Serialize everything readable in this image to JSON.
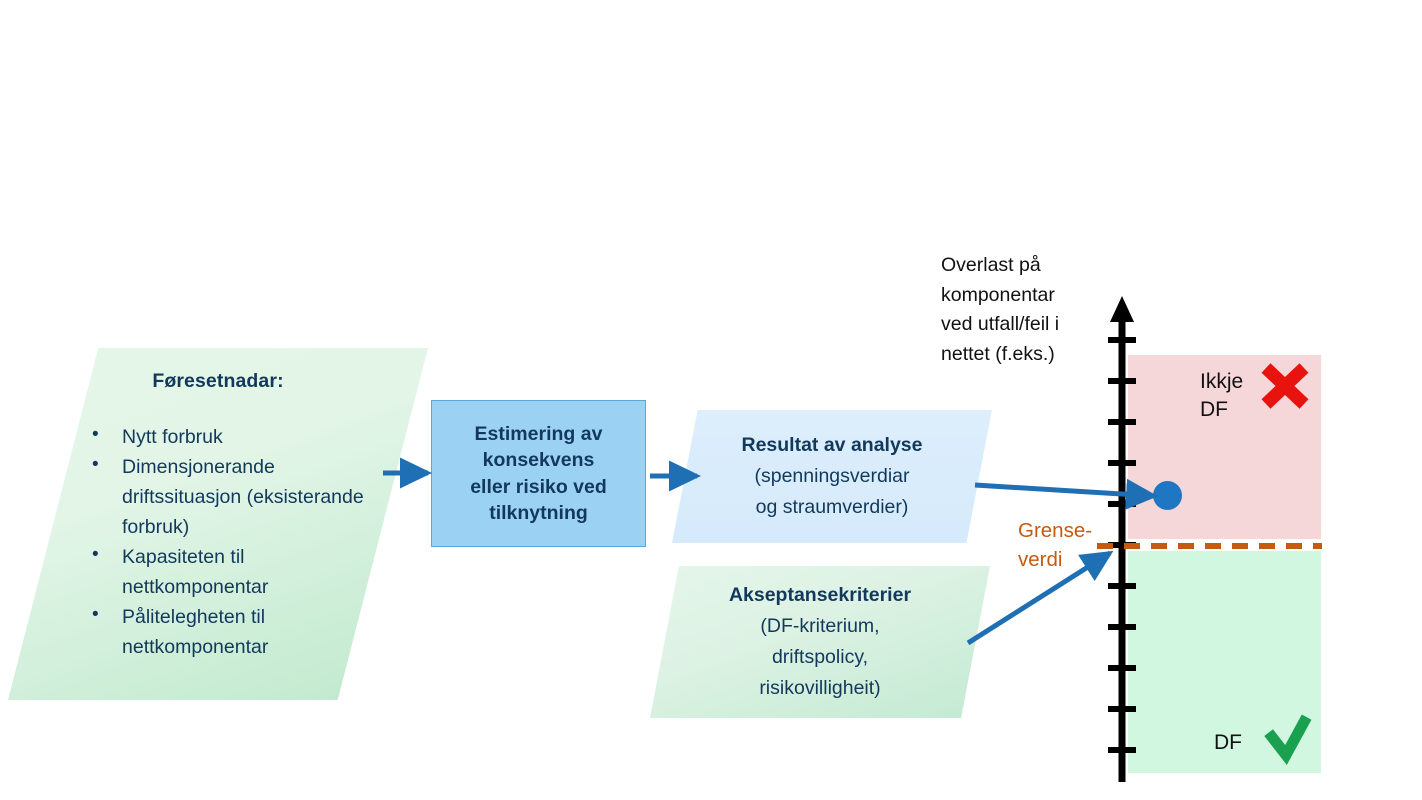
{
  "diagram": {
    "assumptions": {
      "heading": "Føresetnadar:",
      "items": [
        "Nytt forbruk",
        "Dimensjonerande driftssituasjon (eksisterande forbruk)",
        "Kapasiteten til nettkomponentar",
        "Pålitelegheten til nettkomponentar"
      ]
    },
    "estimation": {
      "line1": "Estimering av",
      "line2": "konsekvens",
      "line3": "eller risiko ved",
      "line4": "tilknytning"
    },
    "result": {
      "title": "Resultat av analyse",
      "line2": "(spenningsverdiar",
      "line3": "og straumverdier)"
    },
    "criteria": {
      "title": "Akseptansekriterier",
      "line2": "(DF-kriterium,",
      "line3": "driftspolicy,",
      "line4": "risikovilligheit)"
    },
    "axis": {
      "caption_line1": "Overlast på",
      "caption_line2": "komponentar",
      "caption_line3": "ved utfall/feil i",
      "caption_line4": "nettet (f.eks.)",
      "tick_count": 11
    },
    "scale": {
      "bad_label_line1": "Ikkje",
      "bad_label_line2": "DF",
      "bad_mark": "cross-icon",
      "good_label": "DF",
      "good_mark": "check-icon",
      "limit_line1": "Grense-",
      "limit_line2": "verdi"
    },
    "colors": {
      "bad_band": "#f5d7d9",
      "good_band": "#d2f7e0",
      "limit_line": "#c55a11",
      "arrow": "#1f6fb4",
      "marker_dot": "#1f77c4",
      "cross": "#e8120e",
      "check": "#19a150",
      "text_dark_blue": "#12395c",
      "box_blue": "#9bd2f4",
      "result_blue": "#d9ecfb",
      "green_shape": "#cdeed8"
    }
  }
}
